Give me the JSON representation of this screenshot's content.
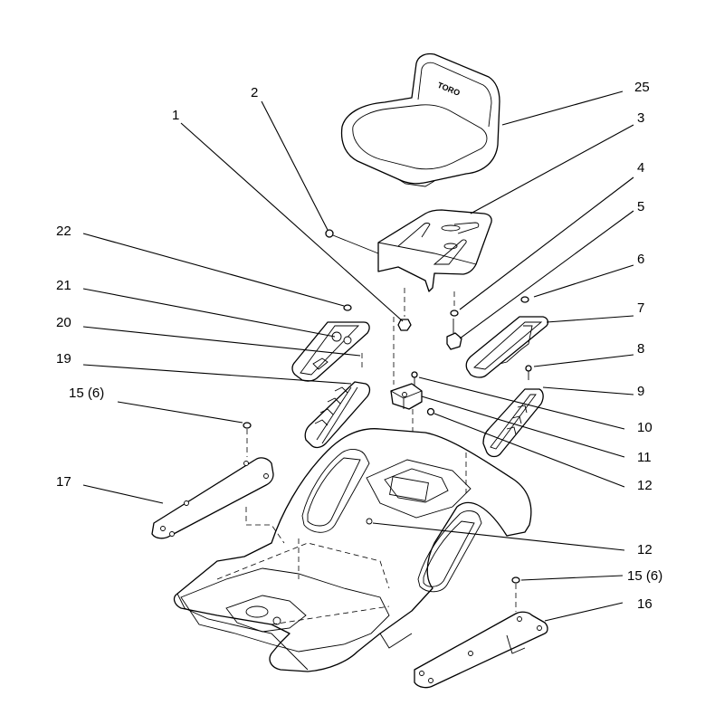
{
  "seat_logo": "TORO",
  "callouts": [
    {
      "id": "c1",
      "label": "1"
    },
    {
      "id": "c2",
      "label": "2"
    },
    {
      "id": "c25",
      "label": "25"
    },
    {
      "id": "c3",
      "label": "3"
    },
    {
      "id": "c4",
      "label": "4"
    },
    {
      "id": "c5",
      "label": "5"
    },
    {
      "id": "c22",
      "label": "22"
    },
    {
      "id": "c6",
      "label": "6"
    },
    {
      "id": "c21",
      "label": "21"
    },
    {
      "id": "c7",
      "label": "7"
    },
    {
      "id": "c20",
      "label": "20"
    },
    {
      "id": "c8",
      "label": "8"
    },
    {
      "id": "c19",
      "label": "19"
    },
    {
      "id": "c9",
      "label": "9"
    },
    {
      "id": "c15a",
      "label": "15 (6)"
    },
    {
      "id": "c10",
      "label": "10"
    },
    {
      "id": "c11",
      "label": "11"
    },
    {
      "id": "c17",
      "label": "17"
    },
    {
      "id": "c12a",
      "label": "12"
    },
    {
      "id": "c12b",
      "label": "12"
    },
    {
      "id": "c15b",
      "label": "15 (6)"
    },
    {
      "id": "c16",
      "label": "16"
    }
  ]
}
